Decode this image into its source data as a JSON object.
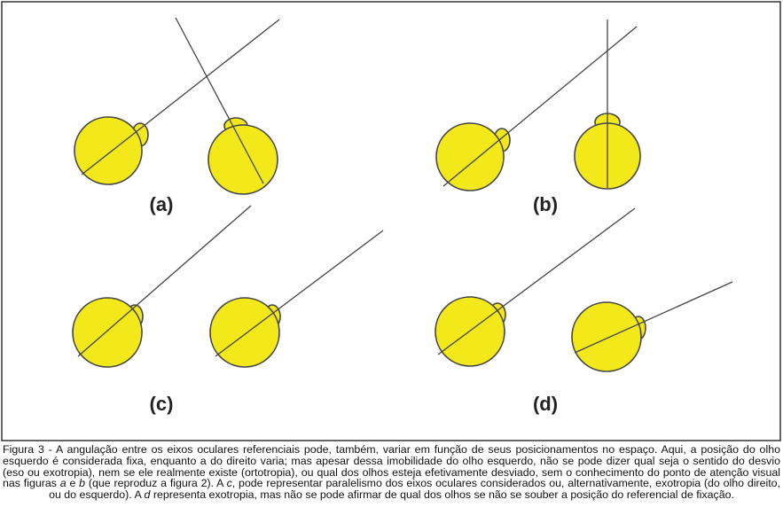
{
  "panels": [
    {
      "label": "(a)"
    },
    {
      "label": "(b)"
    },
    {
      "label": "(c)"
    },
    {
      "label": "(d)"
    }
  ],
  "caption": {
    "p1": "Figura 3 - A angulação entre os eixos oculares referenciais pode, também, variar em função de seus posicionamentos no espaço. Aqui, a posição do olho esquerdo é considerada fixa, enquanto a do direito varia; mas apesar dessa imobilidade do olho esquerdo, não se pode dizer qual seja o sentido do desvio (eso ou exotropia), nem se ele realmente existe (ortotropia), ou qual dos olhos esteja efetivamente desviado, sem o conhecimento do ponto de atenção visual nas figuras ",
    "a": "a",
    "e": " e ",
    "b": "b",
    "p2": " (que reproduz a figura 2). A ",
    "c": "c",
    "p3": ", pode representar paralelismo dos eixos oculares considerados ou, alternativamente, exotropia (do olho direito, ou do esquerdo). A ",
    "d": "d",
    "p4": " representa exotropia, mas não se pode afirmar de qual dos olhos se não se souber a posição do referencial de fixação."
  },
  "colors": {
    "eye_fill": "#f2e81a",
    "outline": "#444444"
  }
}
